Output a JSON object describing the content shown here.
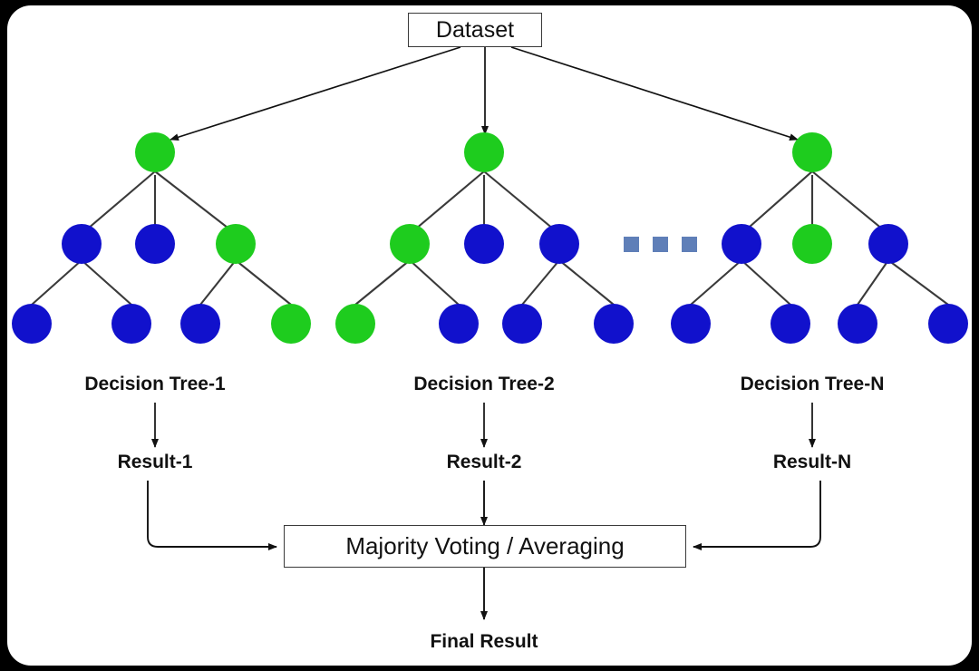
{
  "diagram": {
    "title_box": "Dataset",
    "aggregator_box": "Majority Voting / Averaging",
    "final_label": "Final Result",
    "ellipsis_icon": "horizontal-ellipsis-squares",
    "colors": {
      "background": "#000000",
      "panel": "#ffffff",
      "node_green": "#1ecc1e",
      "node_blue": "#1111cc",
      "edge": "#3a3a3a",
      "ellipsis": "#5f7fb8",
      "text": "#111111"
    },
    "trees": [
      {
        "tree_label": "Decision Tree-1",
        "result_label": "Result-1",
        "root": "green",
        "mid": [
          "blue",
          "blue",
          "green"
        ],
        "leaves": [
          "blue",
          "blue",
          "blue",
          "green"
        ]
      },
      {
        "tree_label": "Decision Tree-2",
        "result_label": "Result-2",
        "root": "green",
        "mid": [
          "green",
          "blue",
          "blue"
        ],
        "leaves": [
          "green",
          "blue",
          "blue",
          "blue"
        ]
      },
      {
        "tree_label": "Decision Tree-N",
        "result_label": "Result-N",
        "root": "green",
        "mid": [
          "blue",
          "green",
          "blue"
        ],
        "leaves": [
          "blue",
          "blue",
          "blue",
          "blue"
        ]
      }
    ]
  }
}
